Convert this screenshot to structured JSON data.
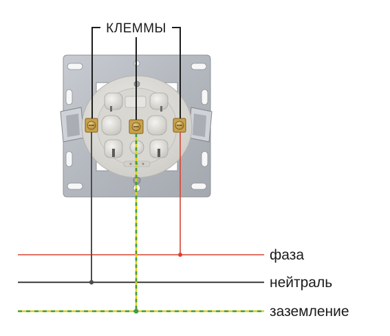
{
  "diagram": {
    "title": "КЛЕММЫ",
    "wires": [
      {
        "id": "phase",
        "label": "фаза",
        "color": "#d9412e"
      },
      {
        "id": "neutral",
        "label": "нейтраль",
        "color": "#4d4d4d"
      },
      {
        "id": "ground",
        "label": "заземление",
        "color_primary": "#d8d21a",
        "color_secondary": "#3f9c3f"
      }
    ],
    "device": {
      "type": "socket-outlet mechanism with grounding contact",
      "frame_color": "#b9bdc4",
      "body_color": "#dddcd8",
      "terminal_color": "#c9a24b"
    }
  }
}
